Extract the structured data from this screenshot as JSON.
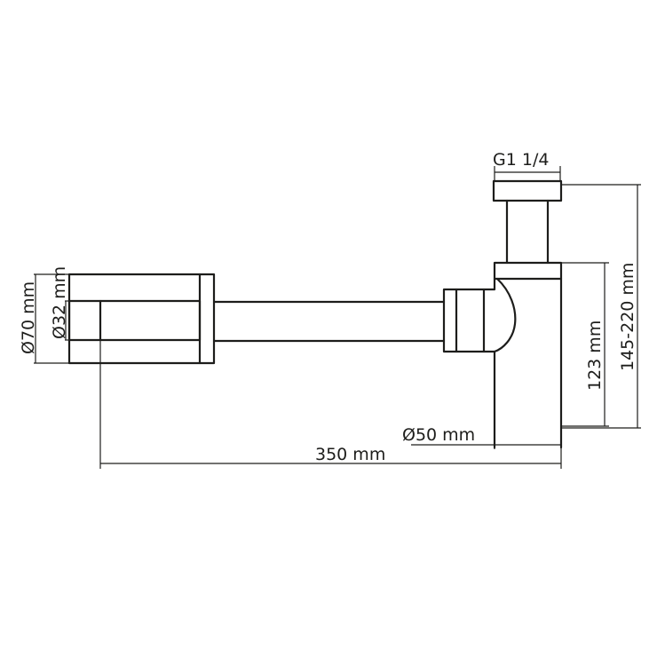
{
  "dimensions": {
    "thread": "G1 1/4",
    "outer_diameter": "Ø70 mm",
    "inner_diameter": "Ø32 mm",
    "bottle_diameter": "Ø50 mm",
    "length": "350 mm",
    "bottle_height": "123 mm",
    "total_height": "145-220 mm"
  }
}
